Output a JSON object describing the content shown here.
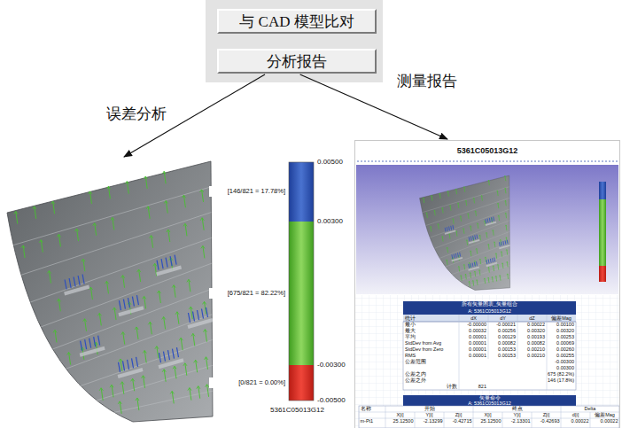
{
  "diagram": {
    "nodes": [
      {
        "text": [
          "与 CAD 模型比对"
        ]
      },
      {
        "text": [
          "分析报告"
        ]
      },
      {
        "text": [
          "5361C05013G12"
        ]
      },
      {
        "text": [
          "5361C05013G12"
        ]
      }
    ],
    "edges": [
      {
        "from": 1,
        "to": 2,
        "arrow": "to",
        "label": "误差分析"
      },
      {
        "from": 1,
        "to": 3,
        "arrow": "to",
        "label": "测量报告"
      }
    ],
    "labels": [
      "0.00500",
      "[146/821 = 17.78%]",
      "0.00300",
      "[675/821 = 82.22%]",
      "-0.00300",
      "[0/821 = 0.00%]",
      "-0.00500",
      "所有矢量图表_矢量组合",
      "A: 5361C05013G12",
      "统计",
      "dX",
      "dY",
      "dZ",
      "偏差Mag",
      "最小",
      "-0.00000",
      "-0.00021",
      "0.00022",
      "0.00100",
      "最大",
      "0.00032",
      "0.00256",
      "0.00320",
      "0.00320",
      "平均",
      "0.00001",
      "0.00129",
      "0.00193",
      "0.00253",
      "StdDev from Avg",
      "0.00001",
      "0.00082",
      "0.00082",
      "0.00069",
      "StdDev from Zero",
      "0.00001",
      "0.00153",
      "0.00210",
      "0.00260",
      "RMS",
      "0.00001",
      "0.00153",
      "0.00210",
      "0.00255",
      "公差范围",
      "-0.00300",
      "0.00300",
      "公差之内",
      "675 (82.2%)",
      "公差之外",
      "146 (17.8%)",
      "计数",
      "821",
      "矢量命令",
      "A: 5361C05013G12",
      "名称",
      "开始",
      "终点",
      "Delta",
      "X[i]",
      "Y[i]",
      "Z[i]",
      "X[i]",
      "Y[i]",
      "Z[i]",
      "d[i]",
      "偏差Mag",
      "m-Pt1",
      "25.12500",
      "-2.13299",
      "-0.42715",
      "25.12500",
      "-2.13301",
      "-0.42693",
      "0.00022",
      "0.00022"
    ]
  }
}
